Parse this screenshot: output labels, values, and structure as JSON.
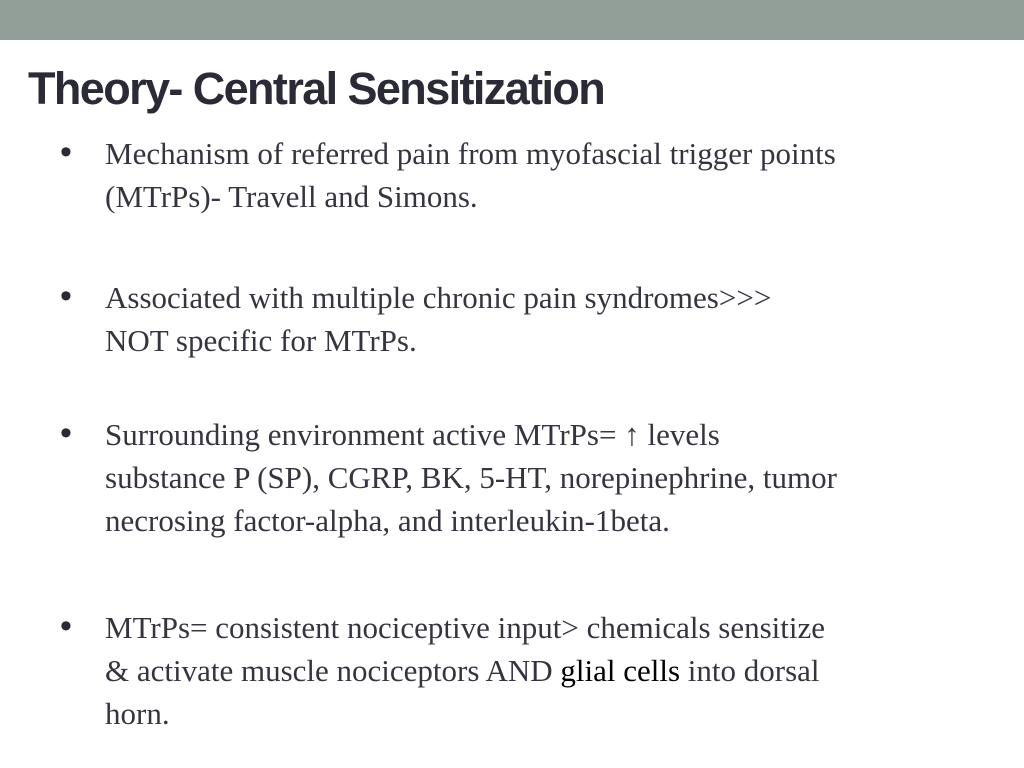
{
  "slide": {
    "title": "Theory- Central Sensitization",
    "bullets": [
      {
        "lines": [
          "Mechanism of referred pain from myofascial trigger points",
          "(MTrPs)- Travell and Simons."
        ]
      },
      {
        "lines": [
          "Associated with multiple chronic pain syndromes>>>",
          "NOT specific for MTrPs."
        ]
      },
      {
        "lines": [
          "Surrounding environment active MTrPs= ↑ levels",
          "substance P (SP), CGRP, BK, 5-HT, norepinephrine, tumor",
          "necrosing factor-alpha, and interleukin-1beta."
        ]
      },
      {
        "line1": "MTrPs= consistent nociceptive input> chemicals sensitize",
        "line2_before": "& activate muscle nociceptors AND ",
        "line2_highlight": "glial cells",
        "line2_after": " into dorsal",
        "line3": "horn."
      }
    ],
    "bullet_glyph": "•"
  },
  "colors": {
    "top_bar": "#919f98",
    "title": "#2b2b38",
    "body_text": "#35353f",
    "highlight_text": "#000000"
  }
}
